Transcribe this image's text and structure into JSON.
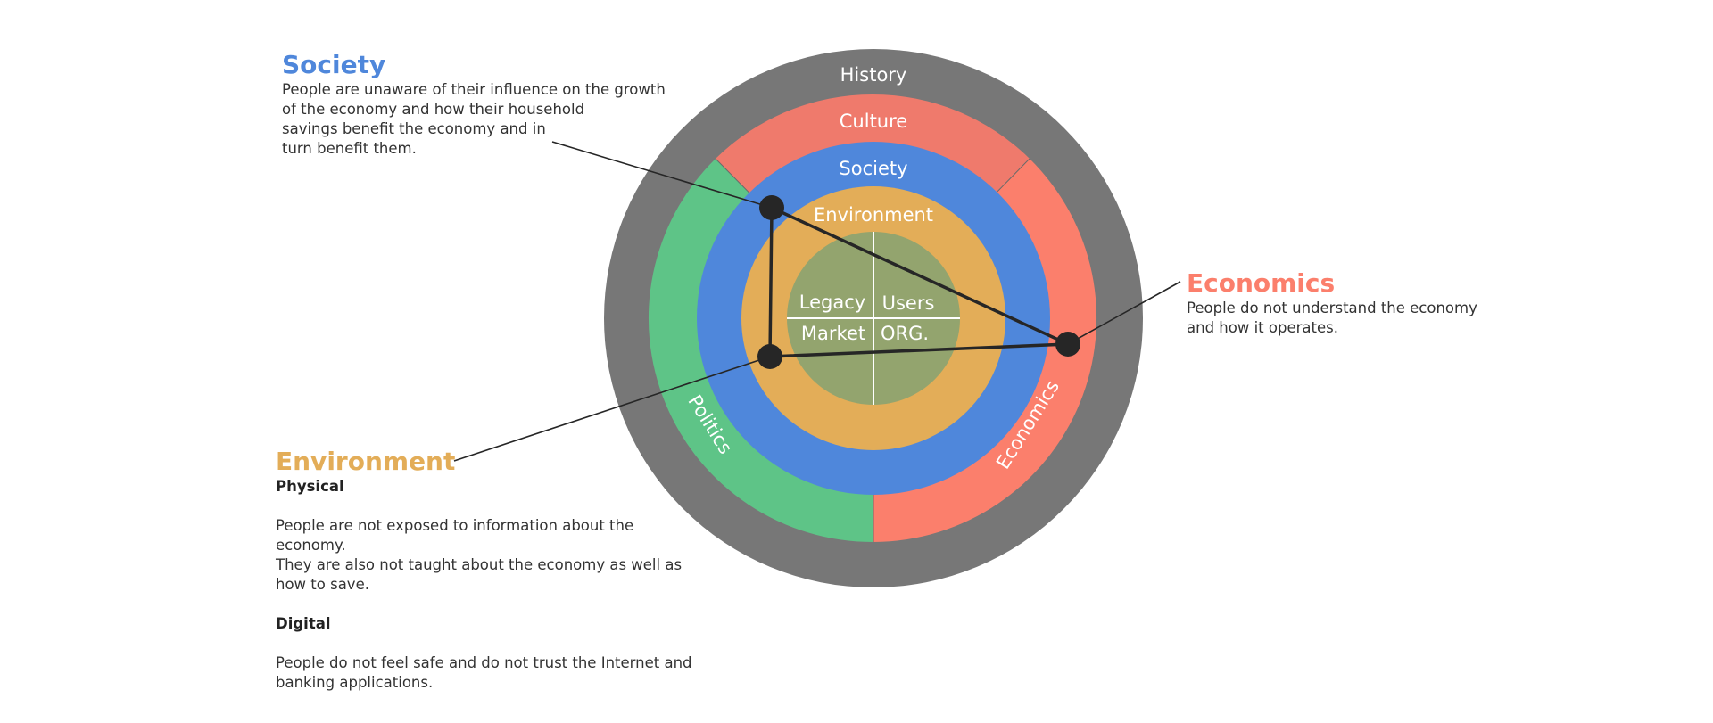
{
  "colors": {
    "history": "#777777",
    "culture": "#ef7a6c",
    "politics": "#5ec487",
    "economics": "#fb7f6c",
    "society": "#4f87db",
    "environment": "#e3ad58",
    "core": "#93a46e",
    "connector": "#262626"
  },
  "rings": {
    "history": "History",
    "culture": "Culture",
    "society": "Society",
    "environment": "Environment",
    "politics": "Politics",
    "economics": "Economics"
  },
  "core": {
    "top_left": "Legacy",
    "top_right": "Users",
    "bottom_left": "Market",
    "bottom_right": "ORG."
  },
  "callouts": {
    "society": {
      "title": "Society",
      "body": "People are unaware of their influence on the growth\nof the economy and how their household\nsavings benefit the economy and in\nturn benefit them."
    },
    "economics": {
      "title": "Economics",
      "body": "People do not understand the economy\nand how it operates."
    },
    "environment": {
      "title": "Environment",
      "physical_heading": "Physical",
      "physical_body": "People are not exposed to information about the economy.\nThey are also not taught about the economy as well as\nhow to save.",
      "digital_heading": "Digital",
      "digital_body": "People do not feel safe and do not trust the Internet and\nbanking applications."
    }
  }
}
